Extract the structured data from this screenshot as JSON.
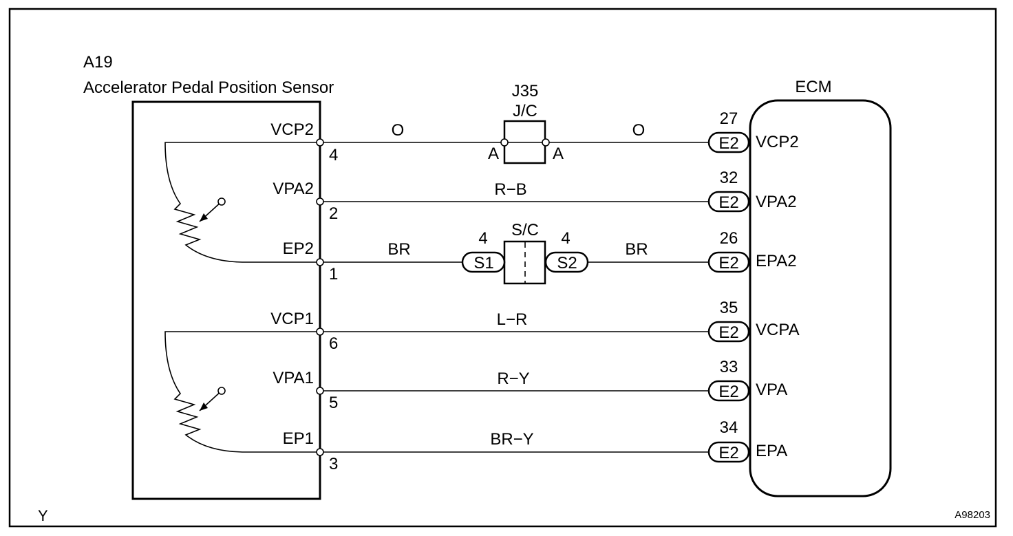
{
  "sensor": {
    "ref": "A19",
    "name": "Accelerator Pedal Position Sensor",
    "pins": [
      {
        "label": "VCP2",
        "num": "4"
      },
      {
        "label": "VPA2",
        "num": "2"
      },
      {
        "label": "EP2",
        "num": "1"
      },
      {
        "label": "VCP1",
        "num": "6"
      },
      {
        "label": "VPA1",
        "num": "5"
      },
      {
        "label": "EP1",
        "num": "3"
      }
    ]
  },
  "jc": {
    "ref": "J35",
    "type": "J/C",
    "left_pin": "A",
    "right_pin": "A"
  },
  "sc": {
    "type": "S/C",
    "left_conn": "S1",
    "right_conn": "S2",
    "left_num": "4",
    "right_num": "4"
  },
  "wires": [
    {
      "color_left": "O",
      "color_right": "O"
    },
    {
      "color": "R−B"
    },
    {
      "color_left": "BR",
      "color_right": "BR"
    },
    {
      "color": "L−R"
    },
    {
      "color": "R−Y"
    },
    {
      "color": "BR−Y"
    }
  ],
  "ecm": {
    "title": "ECM",
    "pins": [
      {
        "num": "27",
        "conn": "E2",
        "label": "VCP2"
      },
      {
        "num": "32",
        "conn": "E2",
        "label": "VPA2"
      },
      {
        "num": "26",
        "conn": "E2",
        "label": "EPA2"
      },
      {
        "num": "35",
        "conn": "E2",
        "label": "VCPA"
      },
      {
        "num": "33",
        "conn": "E2",
        "label": "VPA"
      },
      {
        "num": "34",
        "conn": "E2",
        "label": "EPA"
      }
    ]
  },
  "footer": {
    "left": "Y",
    "right": "A98203"
  }
}
